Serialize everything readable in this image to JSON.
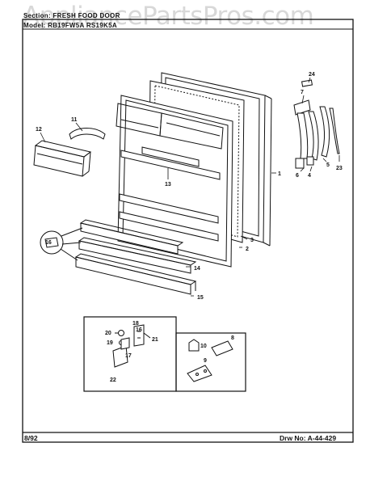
{
  "header": {
    "section": "Section: FRESH FOOD DOOR",
    "model": "Model: RB19FW5A  RS19K5A"
  },
  "watermark": "AppliancePartsPros.com",
  "footer": {
    "date": "8/92",
    "drawing_number": "Drw No: A-44-429"
  },
  "callouts": {
    "c1": "1",
    "c2": "2",
    "c3": "3",
    "c4": "4",
    "c5": "5",
    "c6": "6",
    "c7": "7",
    "c8": "8",
    "c9": "9",
    "c10": "10",
    "c11": "11",
    "c12": "12",
    "c13": "13",
    "c14": "14",
    "c15": "15",
    "c16": "16",
    "c16b": "16",
    "c17": "17",
    "c18": "18",
    "c19": "19",
    "c20": "20",
    "c21": "21",
    "c22": "22",
    "c23": "23",
    "c24": "24"
  }
}
